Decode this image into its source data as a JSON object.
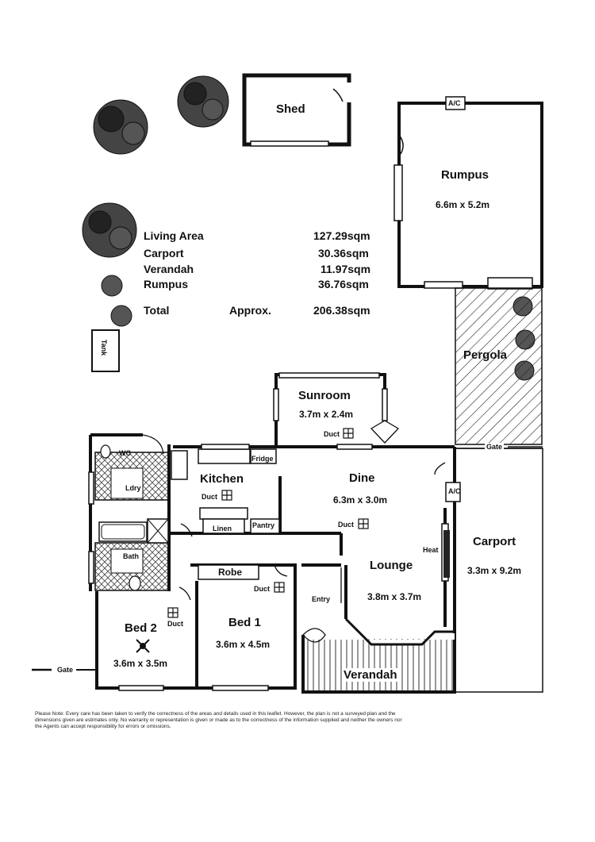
{
  "rooms": {
    "shed": {
      "name": "Shed"
    },
    "rumpus": {
      "name": "Rumpus",
      "dims": "6.6m x 5.2m"
    },
    "pergola": {
      "name": "Pergola"
    },
    "sunroom": {
      "name": "Sunroom",
      "dims": "3.7m x 2.4m"
    },
    "kitchen": {
      "name": "Kitchen"
    },
    "dine": {
      "name": "Dine",
      "dims": "6.3m x 3.0m"
    },
    "lounge": {
      "name": "Lounge",
      "dims": "3.8m x 3.7m"
    },
    "carport": {
      "name": "Carport",
      "dims": "3.3m x 9.2m"
    },
    "bed1": {
      "name": "Bed 1",
      "dims": "3.6m x 4.5m"
    },
    "bed2": {
      "name": "Bed 2",
      "dims": "3.6m x 3.5m"
    },
    "verandah": {
      "name": "Verandah"
    }
  },
  "fixtures": {
    "ac": "A/C",
    "duct": "Duct",
    "fridge": "Fridge",
    "linen": "Linen",
    "pantry": "Pantry",
    "ldry": "Ldry",
    "wc": "WC",
    "bath": "Bath",
    "robe": "Robe",
    "entry": "Entry",
    "heat": "Heat",
    "gate": "Gate",
    "tank": "Tank"
  },
  "areas": [
    {
      "label": "Living Area",
      "value": "127.29sqm"
    },
    {
      "label": "Carport",
      "value": "30.36sqm"
    },
    {
      "label": "Verandah",
      "value": "11.97sqm"
    },
    {
      "label": "Rumpus",
      "value": "36.76sqm"
    }
  ],
  "total": {
    "label": "Total",
    "qualifier": "Approx.",
    "value": "206.38sqm"
  },
  "disclaimer": "Please Note: Every care has been taken to verify the correctness of the areas and details used in this leaflet. However, the plan is not a surveyed plan and the dimensions given are estimates only. No warranty or representation is given or made as to the correctness of the information supplied and neither the owners nor the Agents can accept responsibility for errors or omissions."
}
